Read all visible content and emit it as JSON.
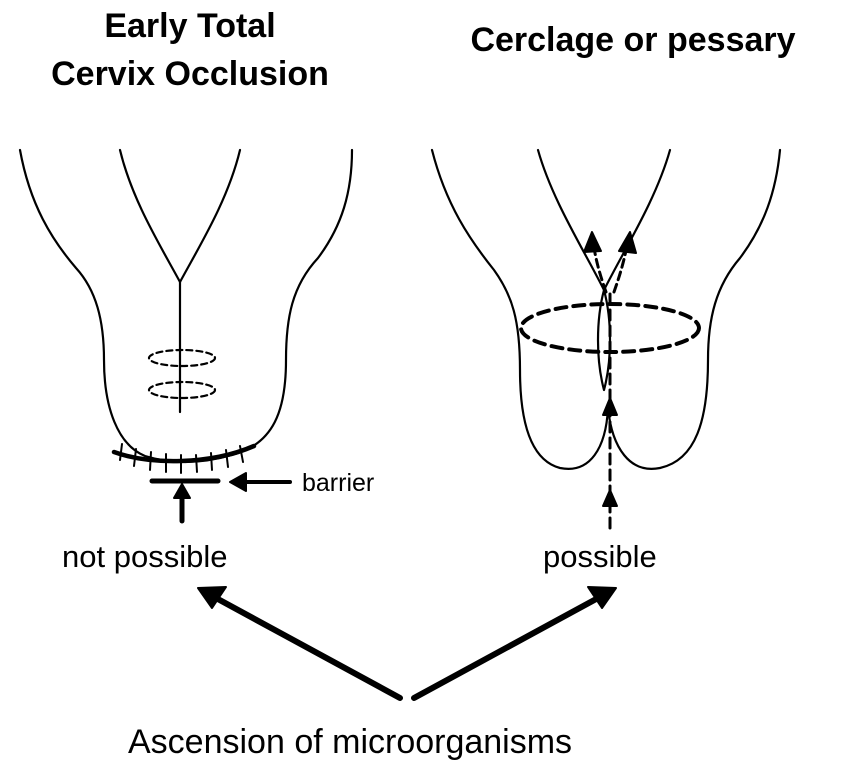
{
  "left_panel": {
    "title_line1": "Early Total",
    "title_line2": "Cervix Occlusion",
    "barrier_label": "barrier",
    "outcome": "not possible"
  },
  "right_panel": {
    "title": "Cerclage or pessary",
    "outcome": "possible"
  },
  "footer": {
    "caption": "Ascension of microorganisms"
  },
  "colors": {
    "ink": "#000000",
    "background": "#ffffff"
  }
}
